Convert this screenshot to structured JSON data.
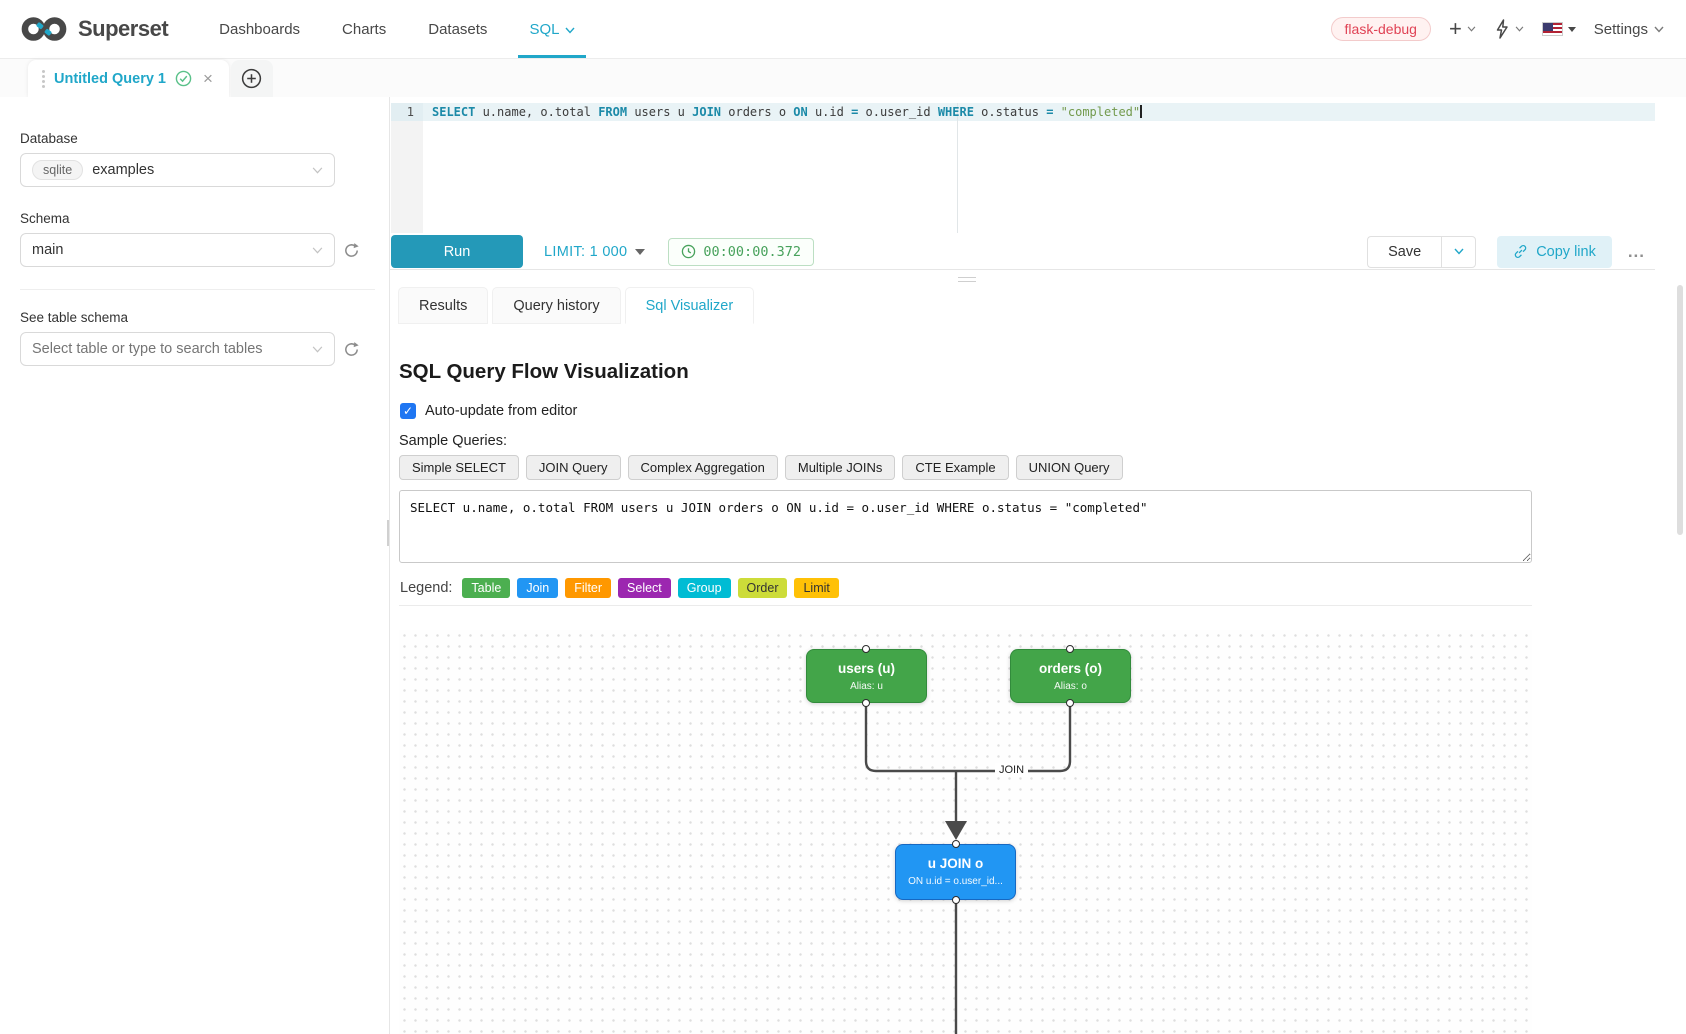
{
  "nav": {
    "brand": "Superset",
    "items": [
      {
        "label": "Dashboards"
      },
      {
        "label": "Charts"
      },
      {
        "label": "Datasets"
      },
      {
        "label": "SQL"
      }
    ],
    "environment_tag": "flask-debug",
    "settings_label": "Settings"
  },
  "editor_tabs": {
    "active_tab": "Untitled Query 1"
  },
  "sidebar": {
    "database_label": "Database",
    "database_engine": "sqlite",
    "database_name": "examples",
    "schema_label": "Schema",
    "schema_value": "main",
    "table_label": "See table schema",
    "table_placeholder": "Select table or type to search tables"
  },
  "editor": {
    "line_number": "1",
    "tokens": [
      {
        "t": "SELECT"
      },
      {
        "t": " u.name, o.total "
      },
      {
        "t": "FROM"
      },
      {
        "t": " users u "
      },
      {
        "t": "JOIN"
      },
      {
        "t": " orders o "
      },
      {
        "t": "ON"
      },
      {
        "t": " u.id "
      },
      {
        "t": "="
      },
      {
        "t": " o.user_id "
      },
      {
        "t": "WHERE"
      },
      {
        "t": " o.status "
      },
      {
        "t": "= "
      },
      {
        "t": "\"completed\""
      }
    ]
  },
  "toolbar": {
    "run_label": "Run",
    "limit_label": "LIMIT:",
    "limit_value": "1 000",
    "timer": "00:00:00.372",
    "save_label": "Save",
    "copy_link_label": "Copy link",
    "more_label": "..."
  },
  "results_tabs": [
    {
      "label": "Results"
    },
    {
      "label": "Query history"
    },
    {
      "label": "Sql Visualizer"
    }
  ],
  "visualizer": {
    "title": "SQL Query Flow Visualization",
    "auto_update_label": "Auto-update from editor",
    "auto_update_checked": true,
    "sample_queries_label": "Sample Queries:",
    "sample_queries": [
      "Simple SELECT",
      "JOIN Query",
      "Complex Aggregation",
      "Multiple JOINs",
      "CTE Example",
      "UNION Query"
    ],
    "query_text": "SELECT u.name, o.total FROM users u JOIN orders o ON u.id = o.user_id WHERE o.status = \"completed\"",
    "legend_label": "Legend:",
    "legend": [
      {
        "label": "Table",
        "color": "#4caf50",
        "text_color": "#ffffff"
      },
      {
        "label": "Join",
        "color": "#2196f3",
        "text_color": "#ffffff"
      },
      {
        "label": "Filter",
        "color": "#ff9800",
        "text_color": "#ffffff"
      },
      {
        "label": "Select",
        "color": "#9c27b0",
        "text_color": "#ffffff"
      },
      {
        "label": "Group",
        "color": "#00bcd4",
        "text_color": "#ffffff"
      },
      {
        "label": "Order",
        "color": "#cddc39",
        "text_color": "#333333"
      },
      {
        "label": "Limit",
        "color": "#ffc107",
        "text_color": "#333333"
      }
    ],
    "diagram": {
      "nodes": [
        {
          "id": "users",
          "title": "users (u)",
          "subtitle": "Alias: u",
          "type": "table"
        },
        {
          "id": "orders",
          "title": "orders (o)",
          "subtitle": "Alias: o",
          "type": "table"
        },
        {
          "id": "join",
          "title": "u JOIN o",
          "subtitle": "ON u.id = o.user_id...",
          "type": "join"
        }
      ],
      "edge_label": "JOIN"
    }
  }
}
